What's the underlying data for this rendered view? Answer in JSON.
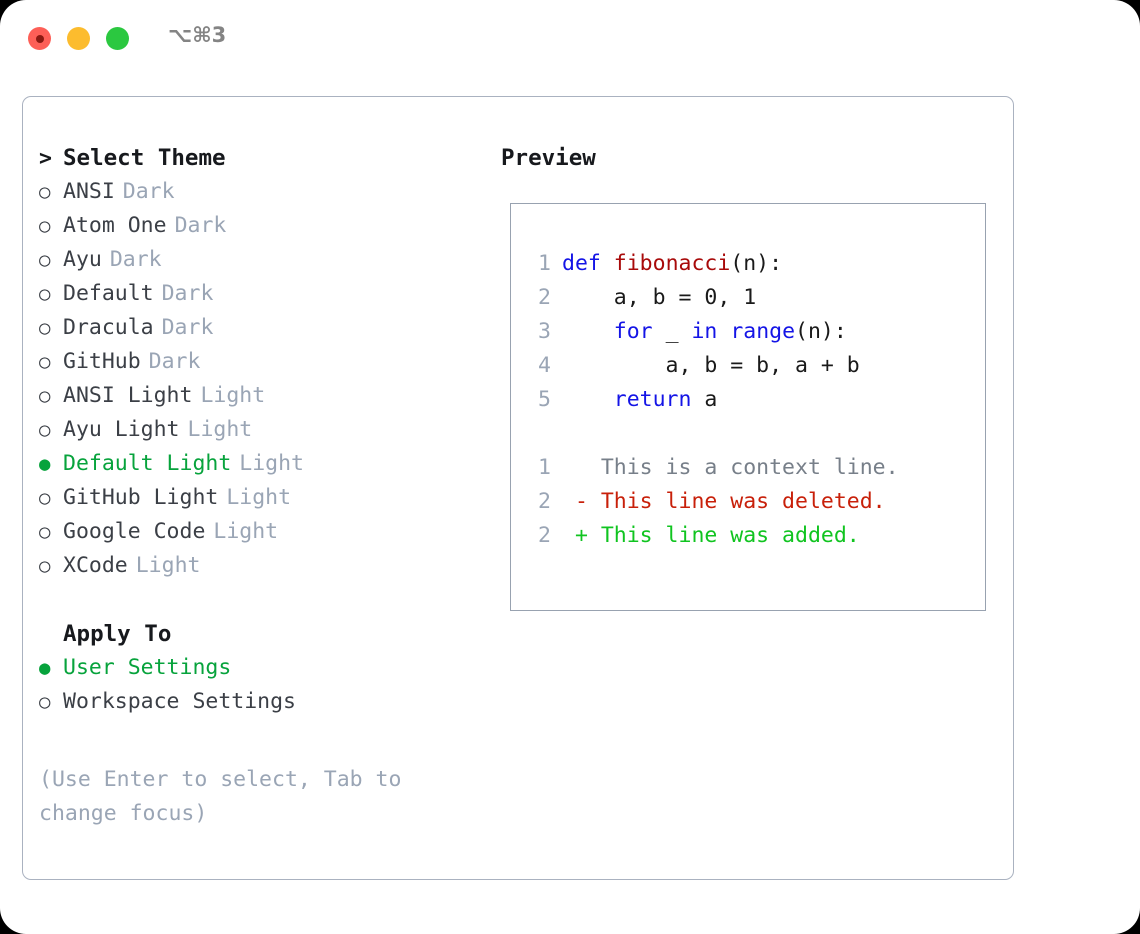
{
  "window": {
    "traffic_lights": [
      "close",
      "minimize",
      "maximize"
    ],
    "shortcut_label": "⌥⌘3",
    "colors": {
      "close": "#fd5f57",
      "minimize": "#fcbc2e",
      "maximize": "#2bc840",
      "accent_green": "#07a33c",
      "tag_gray": "#9aa5b5",
      "border": "#aab2c0",
      "keyword_blue": "#1414e6",
      "function_red": "#a80a0a",
      "diff_delete_red": "#c8200a",
      "diff_add_green": "#10c420"
    }
  },
  "theme_picker": {
    "caret": ">",
    "title": "Select Theme",
    "marker_selected": "●",
    "marker_unselected": "○",
    "items": [
      {
        "name": "ANSI",
        "tag": "Dark",
        "selected": false
      },
      {
        "name": "Atom One",
        "tag": "Dark",
        "selected": false
      },
      {
        "name": "Ayu",
        "tag": "Dark",
        "selected": false
      },
      {
        "name": "Default",
        "tag": "Dark",
        "selected": false
      },
      {
        "name": "Dracula",
        "tag": "Dark",
        "selected": false
      },
      {
        "name": "GitHub",
        "tag": "Dark",
        "selected": false
      },
      {
        "name": "ANSI Light",
        "tag": "Light",
        "selected": false
      },
      {
        "name": "Ayu Light",
        "tag": "Light",
        "selected": false
      },
      {
        "name": "Default Light",
        "tag": "Light",
        "selected": true
      },
      {
        "name": "GitHub Light",
        "tag": "Light",
        "selected": false
      },
      {
        "name": "Google Code",
        "tag": "Light",
        "selected": false
      },
      {
        "name": "XCode",
        "tag": "Light",
        "selected": false
      }
    ]
  },
  "apply_to": {
    "title": "Apply To",
    "options": [
      {
        "label": "User Settings",
        "selected": true
      },
      {
        "label": "Workspace Settings",
        "selected": false
      }
    ]
  },
  "help": {
    "line1": "(Use Enter to select, Tab to",
    "line2": "change focus)"
  },
  "preview": {
    "title": "Preview",
    "code_lines": [
      {
        "num": "1",
        "tokens": [
          {
            "t": "def",
            "c": "kw"
          },
          {
            "t": " ",
            "c": "plain"
          },
          {
            "t": "fibonacci",
            "c": "fn"
          },
          {
            "t": "(n):",
            "c": "plain"
          }
        ]
      },
      {
        "num": "2",
        "tokens": [
          {
            "t": "    a, b = 0, 1",
            "c": "plain"
          }
        ]
      },
      {
        "num": "3",
        "tokens": [
          {
            "t": "    ",
            "c": "plain"
          },
          {
            "t": "for",
            "c": "kw"
          },
          {
            "t": " _ ",
            "c": "plain"
          },
          {
            "t": "in",
            "c": "kw"
          },
          {
            "t": " ",
            "c": "plain"
          },
          {
            "t": "range",
            "c": "kw"
          },
          {
            "t": "(n):",
            "c": "plain"
          }
        ]
      },
      {
        "num": "4",
        "tokens": [
          {
            "t": "        a, b = b, a + b",
            "c": "plain"
          }
        ]
      },
      {
        "num": "5",
        "tokens": [
          {
            "t": "    ",
            "c": "plain"
          },
          {
            "t": "return",
            "c": "kw"
          },
          {
            "t": " a",
            "c": "plain"
          }
        ]
      }
    ],
    "diff_lines": [
      {
        "num": "1",
        "sign": " ",
        "text": "This is a context line.",
        "kind": "ctx"
      },
      {
        "num": "2",
        "sign": "-",
        "text": "This line was deleted.",
        "kind": "del"
      },
      {
        "num": "2",
        "sign": "+",
        "text": "This line was added.",
        "kind": "add"
      }
    ]
  }
}
